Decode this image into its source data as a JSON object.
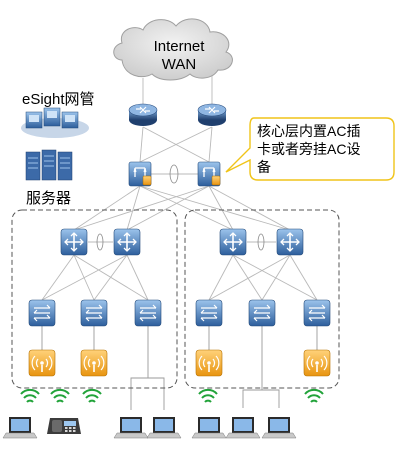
{
  "cloud": {
    "line1": "Internet",
    "line2": "WAN"
  },
  "management": {
    "esight_label": "eSight网管",
    "server_label": "服务器"
  },
  "callout": {
    "line1": "核心层内置AC插",
    "line2": "卡或者旁挂AC设",
    "line3": "备"
  },
  "colors": {
    "device_blue": "#2f5f9c",
    "device_blue_light": "#7fb0e0",
    "ap_orange": "#f5a623",
    "callout_border": "#f0c419",
    "wifi_green": "#22a33a",
    "cloud_fill": "#d9d9d9",
    "dashed_border": "#555555"
  }
}
